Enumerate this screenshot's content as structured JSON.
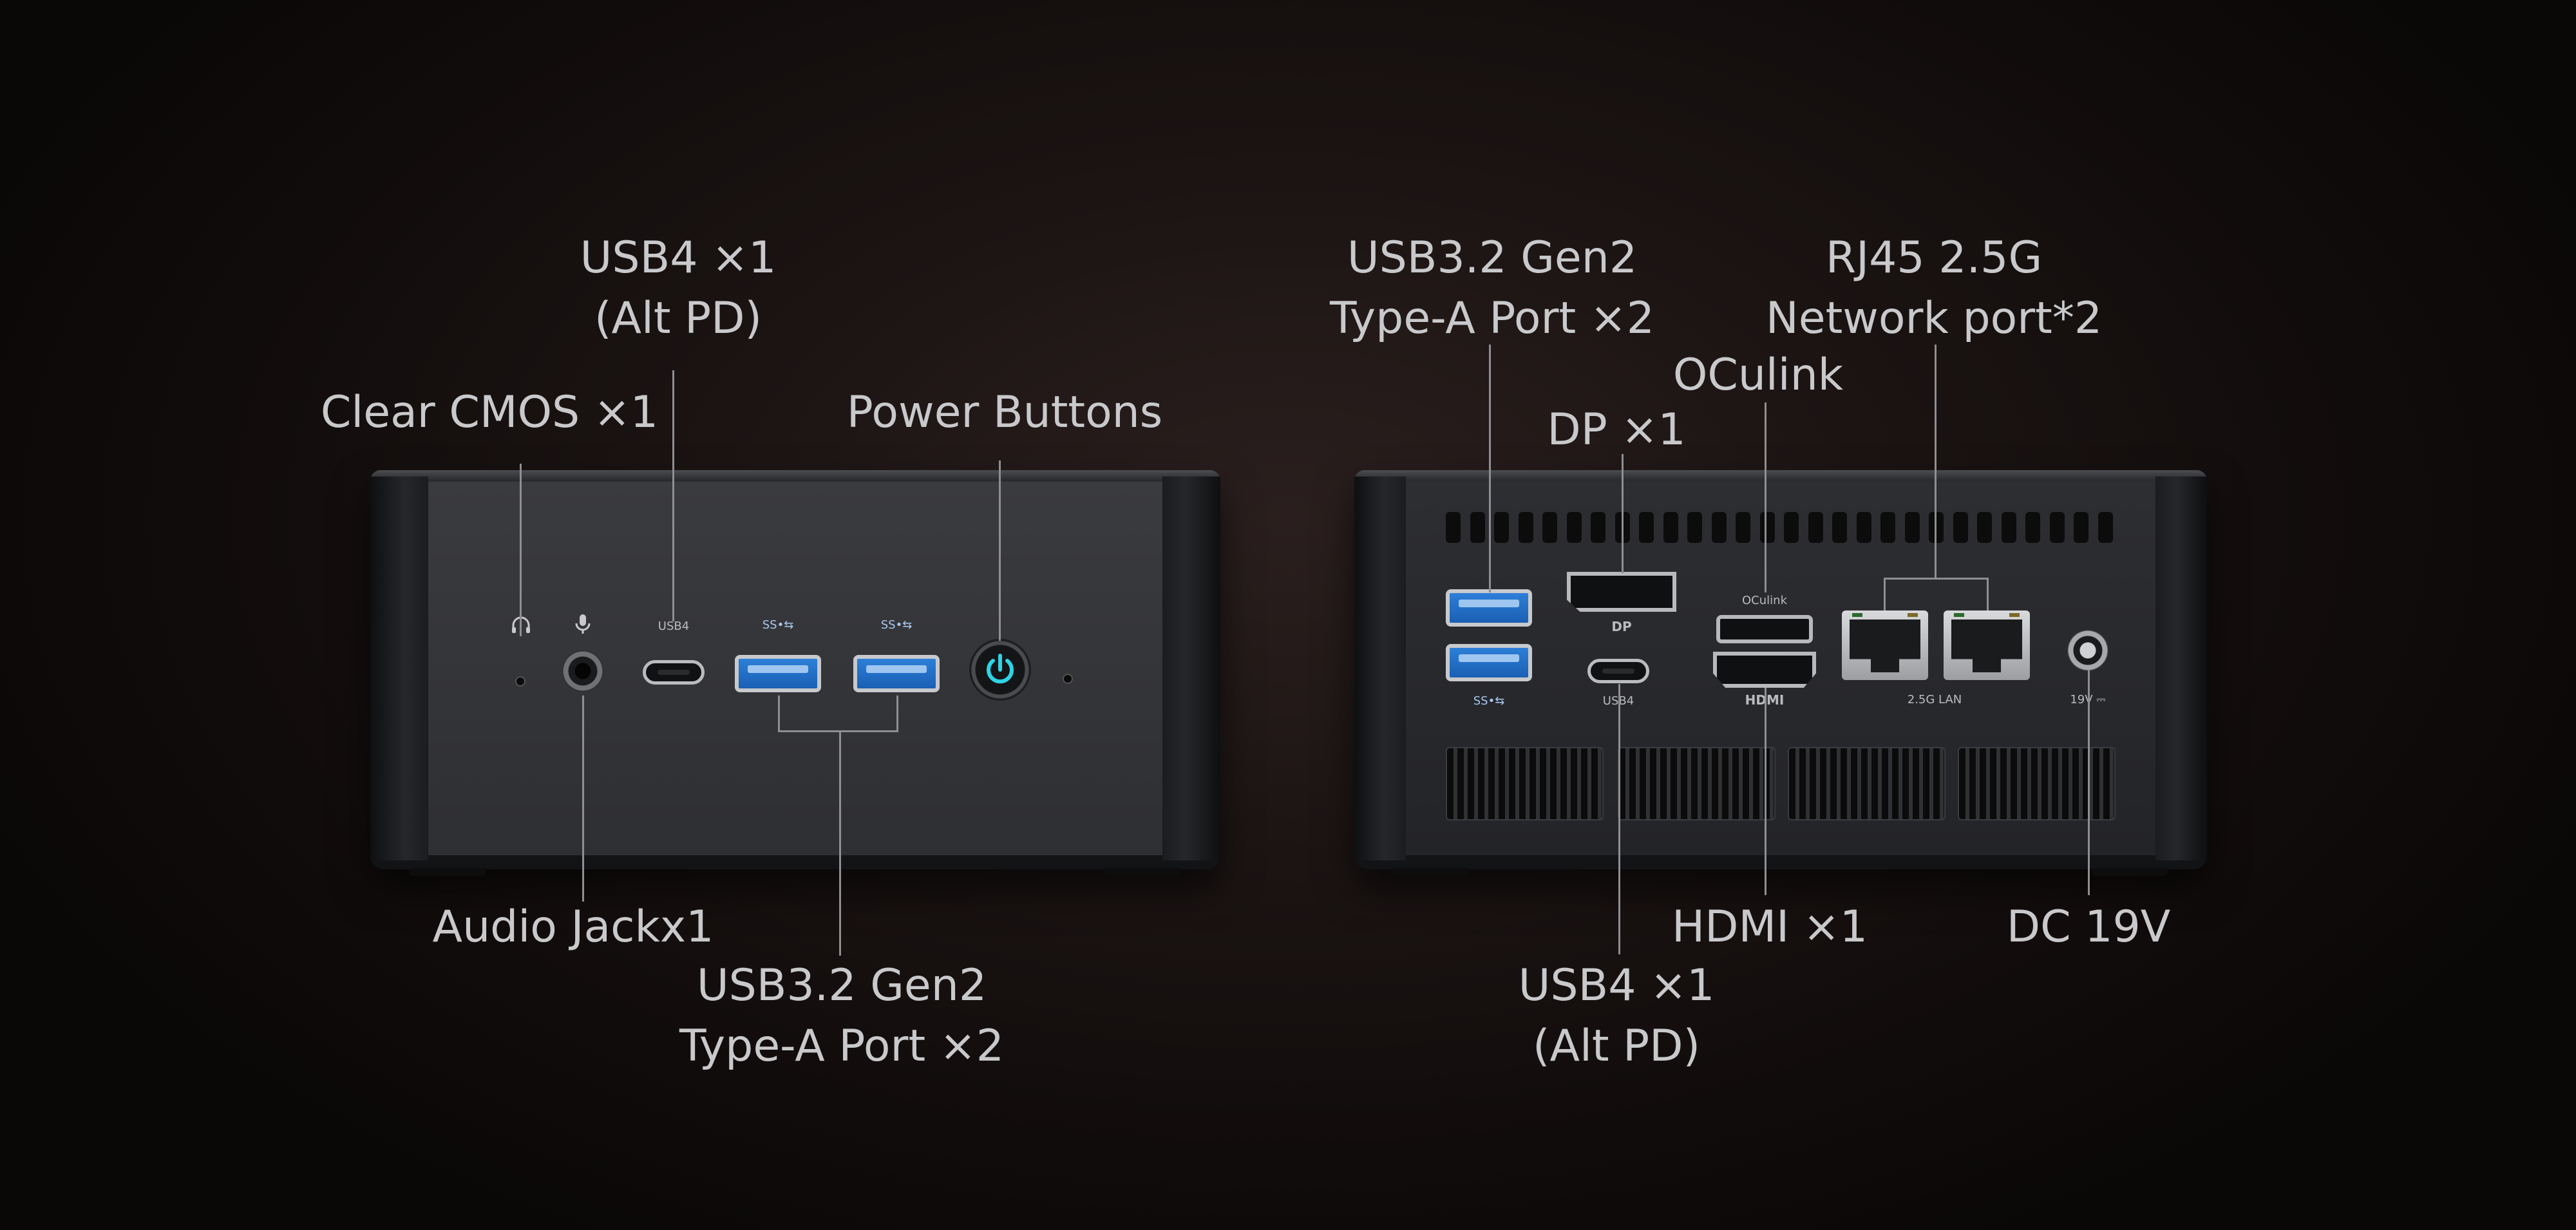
{
  "labels": {
    "usb4_front": "USB4 ×1\n(Alt PD)",
    "clear_cmos": "Clear CMOS ×1",
    "power_buttons": "Power Buttons",
    "audio_jack": "Audio Jackx1",
    "usb32_front": "USB3.2 Gen2\nType-A Port ×2",
    "usb32_rear": "USB3.2 Gen2\nType-A Port ×2",
    "rj45": "RJ45 2.5G\nNetwork port*2",
    "oculink": "OCulink",
    "dp": "DP ×1",
    "hdmi": "HDMI ×1",
    "dc": "DC 19V",
    "usb4_rear": "USB4 ×1\n(Alt PD)"
  },
  "silkscreen": {
    "front_usb4": "USB4",
    "front_ss1": "SS•⇆",
    "front_ss2": "SS•⇆",
    "rear_dp": "DP",
    "rear_oculink": "OCulink",
    "rear_ss": "SS•⇆",
    "rear_usb4": "USB4",
    "rear_hdmi": "HDMI",
    "rear_lan": "2.5G LAN",
    "rear_19v": "19V ⎓"
  },
  "colors": {
    "label_text": "#c9c9cc",
    "leader_line": "#8e8e93",
    "usb_blue": "#1a5fb4",
    "power_glow": "#2fd3e6"
  },
  "icons": {
    "headphone": "headphone-icon",
    "microphone": "microphone-icon",
    "power": "power-icon"
  }
}
